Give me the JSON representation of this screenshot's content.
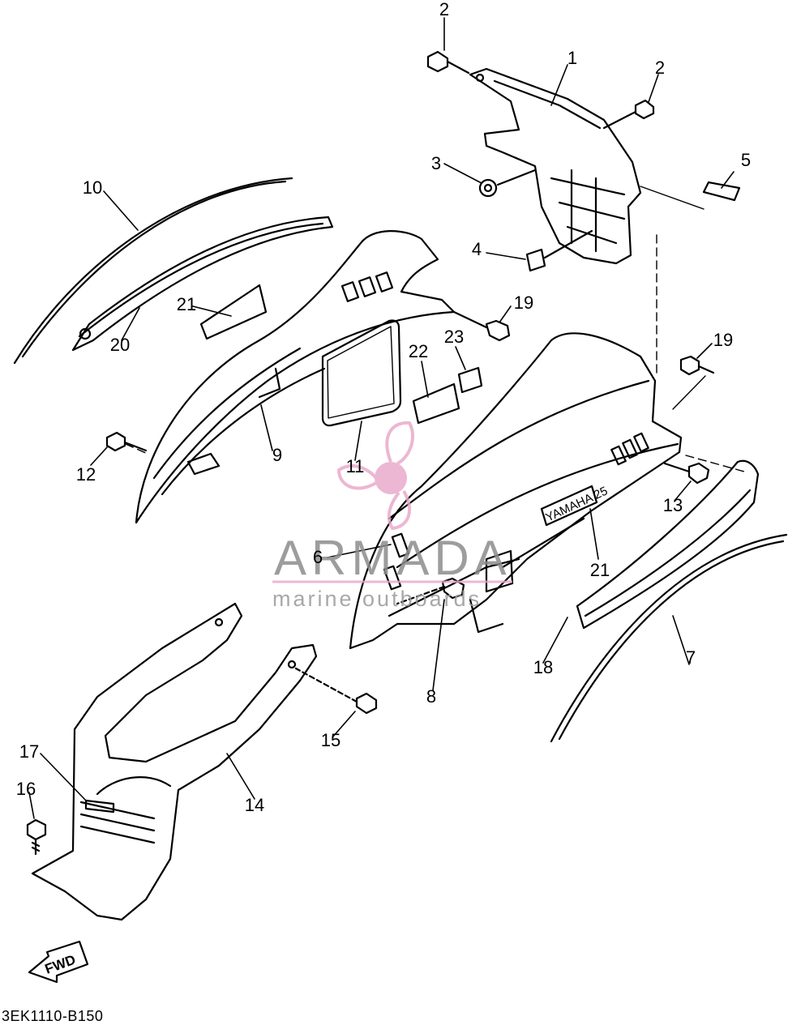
{
  "diagram": {
    "callouts": [
      {
        "id": "c1",
        "label": "1"
      },
      {
        "id": "c2a",
        "label": "2"
      },
      {
        "id": "c2b",
        "label": "2"
      },
      {
        "id": "c3",
        "label": "3"
      },
      {
        "id": "c4",
        "label": "4"
      },
      {
        "id": "c5",
        "label": "5"
      },
      {
        "id": "c6",
        "label": "6"
      },
      {
        "id": "c7",
        "label": "7"
      },
      {
        "id": "c8",
        "label": "8"
      },
      {
        "id": "c9",
        "label": "9"
      },
      {
        "id": "c10",
        "label": "10"
      },
      {
        "id": "c11",
        "label": "11"
      },
      {
        "id": "c12",
        "label": "12"
      },
      {
        "id": "c13",
        "label": "13"
      },
      {
        "id": "c14",
        "label": "14"
      },
      {
        "id": "c15",
        "label": "15"
      },
      {
        "id": "c16",
        "label": "16"
      },
      {
        "id": "c17",
        "label": "17"
      },
      {
        "id": "c18",
        "label": "18"
      },
      {
        "id": "c19a",
        "label": "19"
      },
      {
        "id": "c19b",
        "label": "19"
      },
      {
        "id": "c20",
        "label": "20"
      },
      {
        "id": "c21a",
        "label": "21"
      },
      {
        "id": "c21b",
        "label": "21"
      },
      {
        "id": "c22",
        "label": "22"
      },
      {
        "id": "c23",
        "label": "23"
      }
    ],
    "cowling_text": "YAMAHA 25",
    "fwd_label": "FWD",
    "drawing_code": "3EK1110-B150"
  },
  "watermark": {
    "brand": "ARMADA",
    "tagline": "marine outboards",
    "logo_color": "#e8a6c8",
    "text_color": "#8c8c8c"
  }
}
